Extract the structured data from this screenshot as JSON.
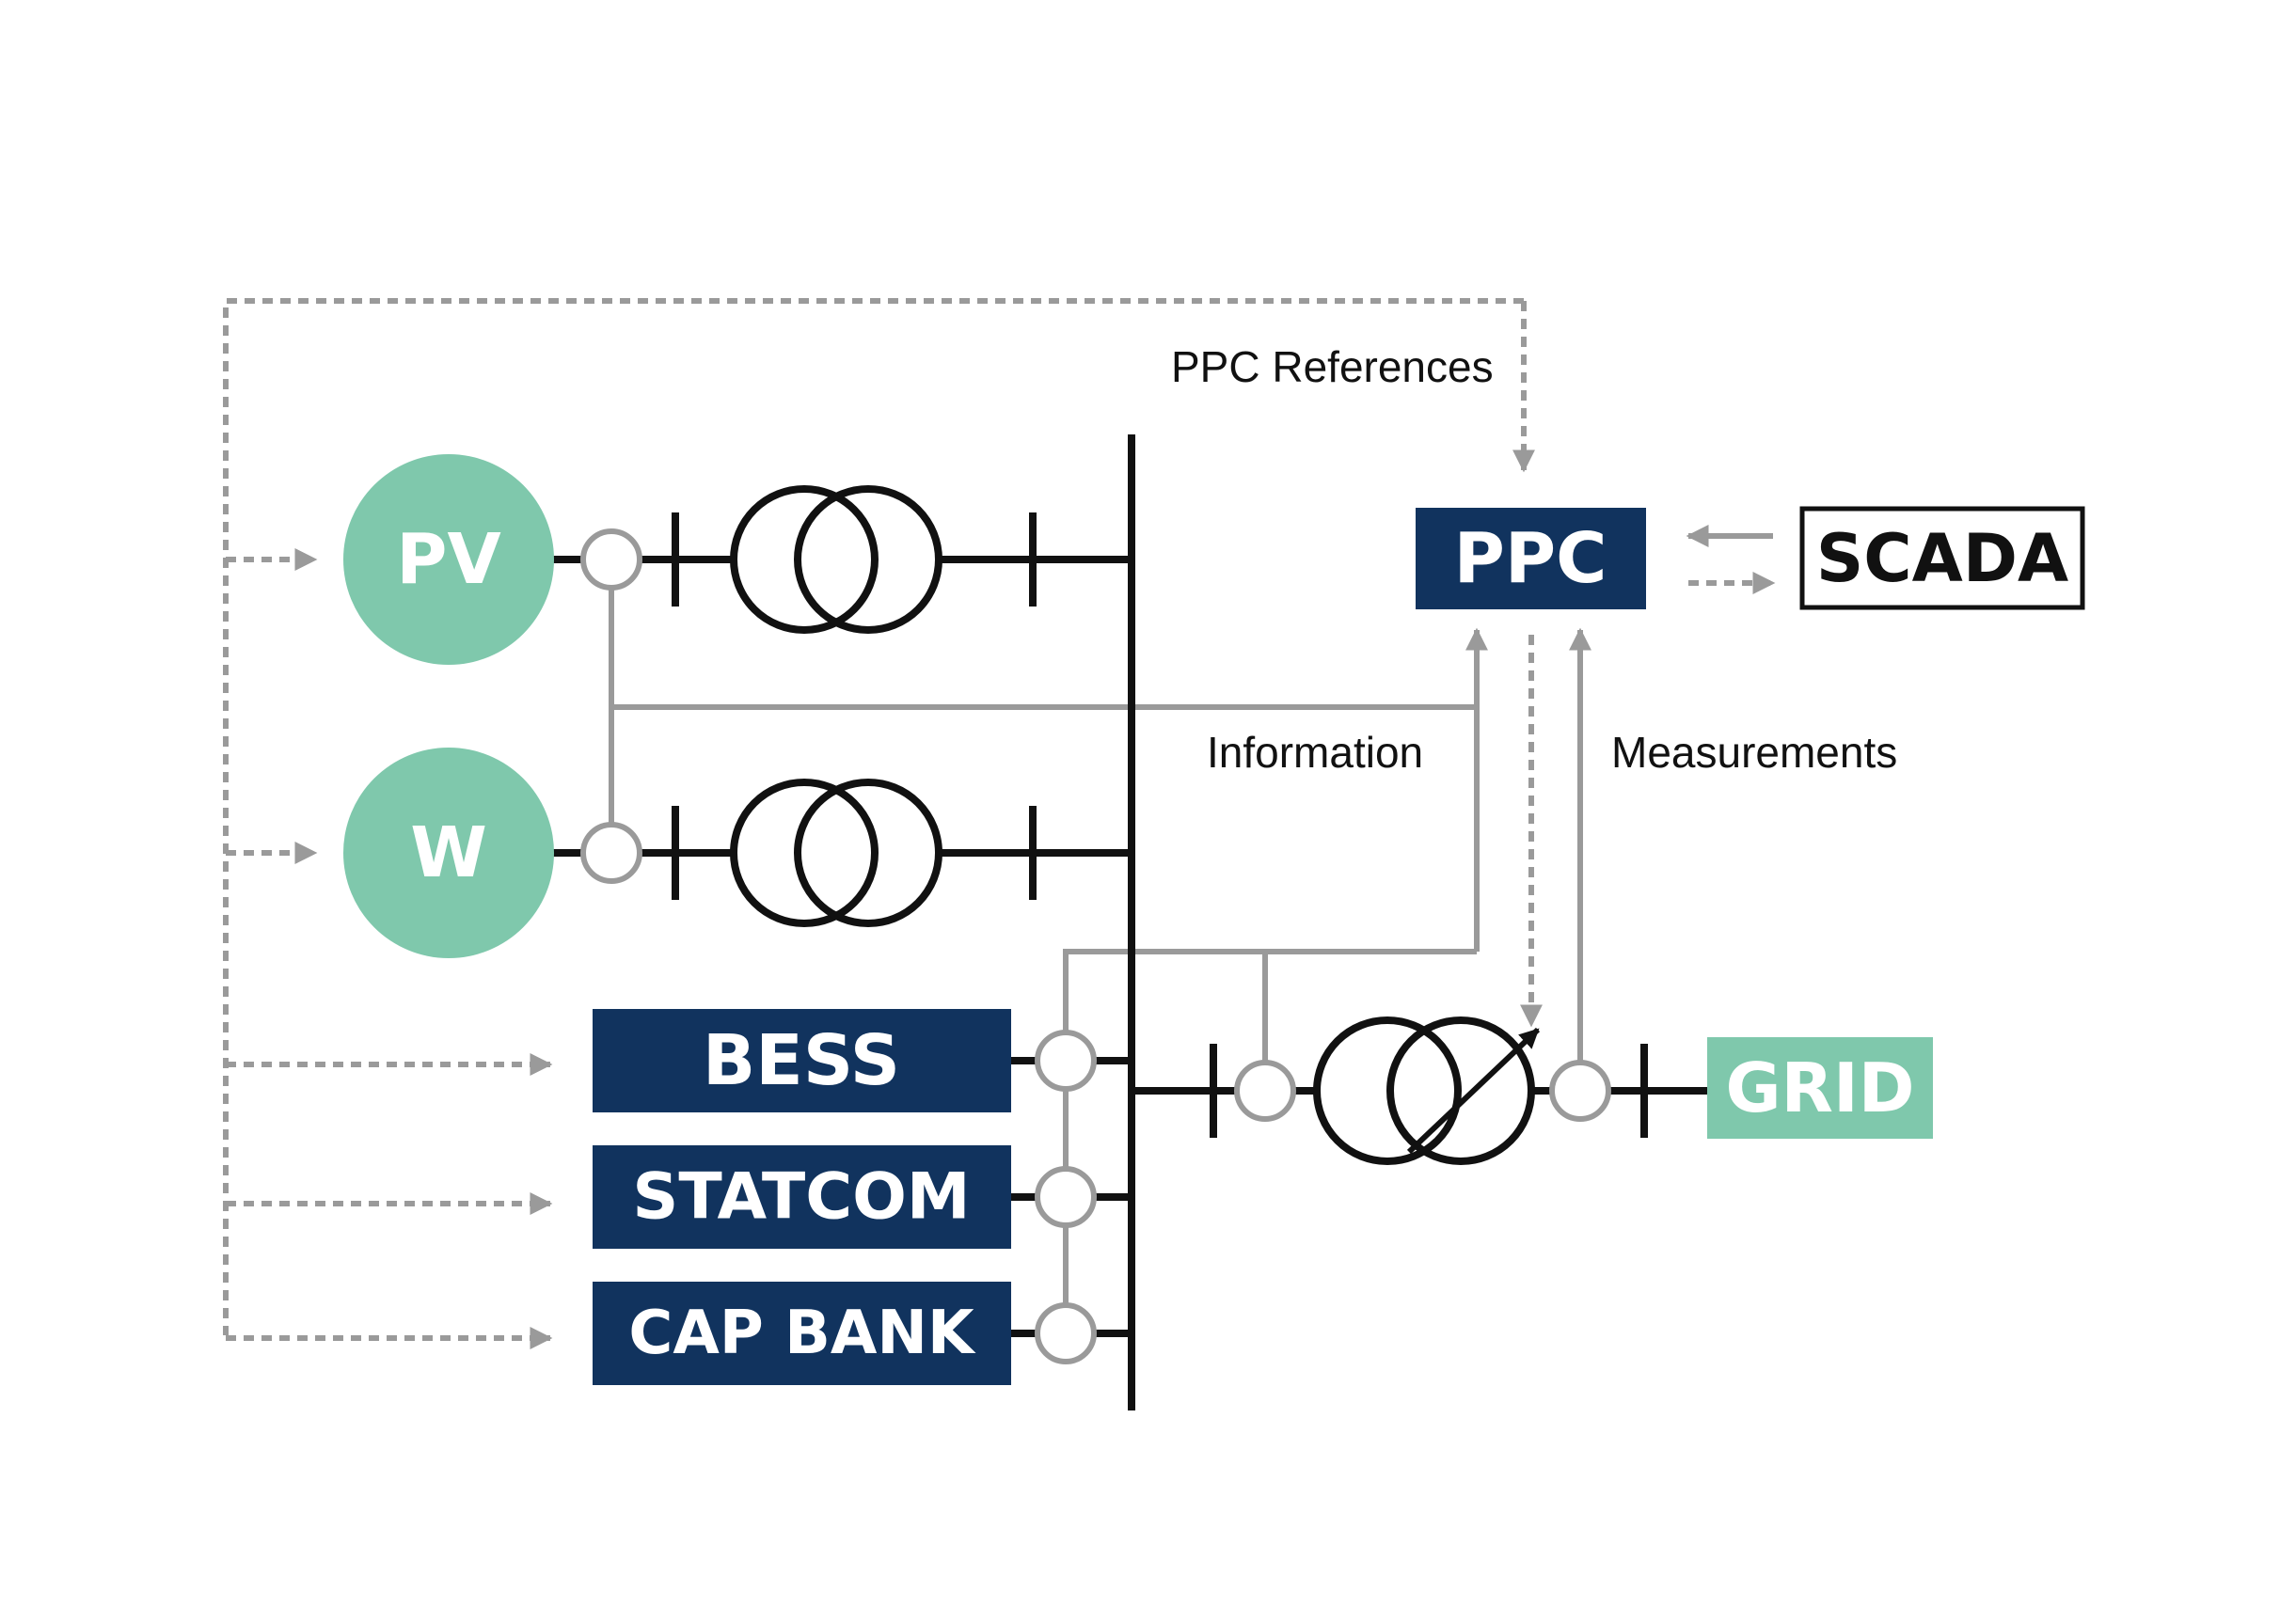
{
  "colors": {
    "black": "#111111",
    "gray": "#9a9a9a",
    "navy": "#11335e",
    "green": "#7fc8ac",
    "white": "#ffffff"
  },
  "nodes": {
    "pv": "PV",
    "wind": "W",
    "bess": "BESS",
    "statcom": "STATCOM",
    "cap_bank": "CAP BANK",
    "ppc": "PPC",
    "scada": "SCADA",
    "grid": "GRID"
  },
  "labels": {
    "ppc_references": "PPC References",
    "information": "Information",
    "measurements": "Measurements"
  }
}
